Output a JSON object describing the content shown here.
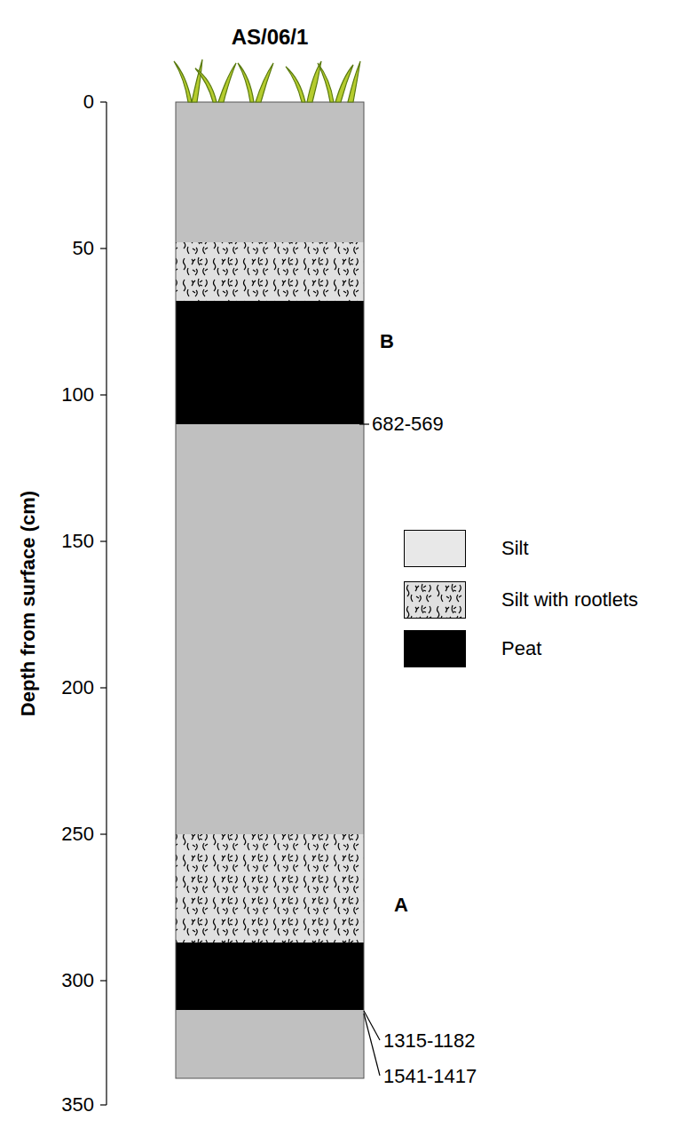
{
  "diagram": {
    "title": "AS/06/1",
    "labels": [
      "0",
      "50",
      "100",
      "150",
      "200",
      "250",
      "300",
      "350",
      "Depth from surface (cm)",
      "B",
      "682-569",
      "A",
      "1315-1182",
      "1541-1417"
    ],
    "legend": [
      {
        "text": "Silt",
        "color": "#e8e8e8"
      },
      {
        "text": "Silt with rootlets"
      },
      {
        "text": "Peat",
        "color": "#000000"
      }
    ]
  }
}
